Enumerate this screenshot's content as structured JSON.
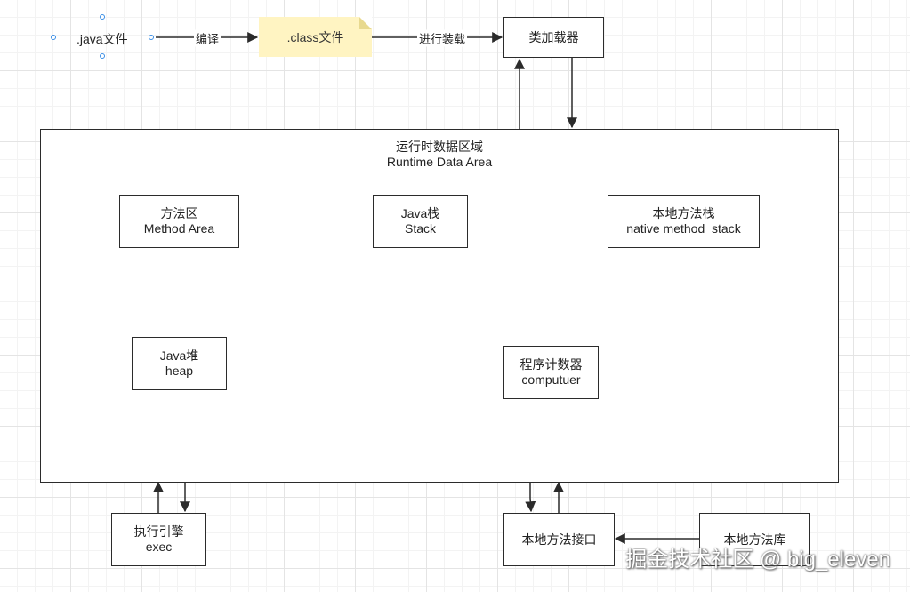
{
  "nodes": {
    "java_file": ".java文件",
    "class_file": ".class文件",
    "class_loader": "类加载器",
    "runtime_area": {
      "title_cn": "运行时数据区域",
      "title_en": "Runtime Data Area"
    },
    "method_area": {
      "cn": "方法区",
      "en": "Method Area"
    },
    "java_stack": {
      "cn": "Java栈",
      "en": "Stack"
    },
    "native_stack": {
      "cn": "本地方法栈",
      "en": "native method  stack"
    },
    "java_heap": {
      "cn": "Java堆",
      "en": "heap"
    },
    "pc_counter": {
      "cn": "程序计数器",
      "en": "computuer"
    },
    "exec_engine": {
      "cn": "执行引擎",
      "en": "exec"
    },
    "native_interface": "本地方法接口",
    "native_library": "本地方法库"
  },
  "edges": {
    "compile": "编译",
    "load": "进行装载"
  },
  "watermark": "掘金技术社区 @ big_eleven",
  "colors": {
    "note_fill": "#fff4c2",
    "selection_handle": "#3a8ee6",
    "stroke": "#2b2b2b"
  }
}
